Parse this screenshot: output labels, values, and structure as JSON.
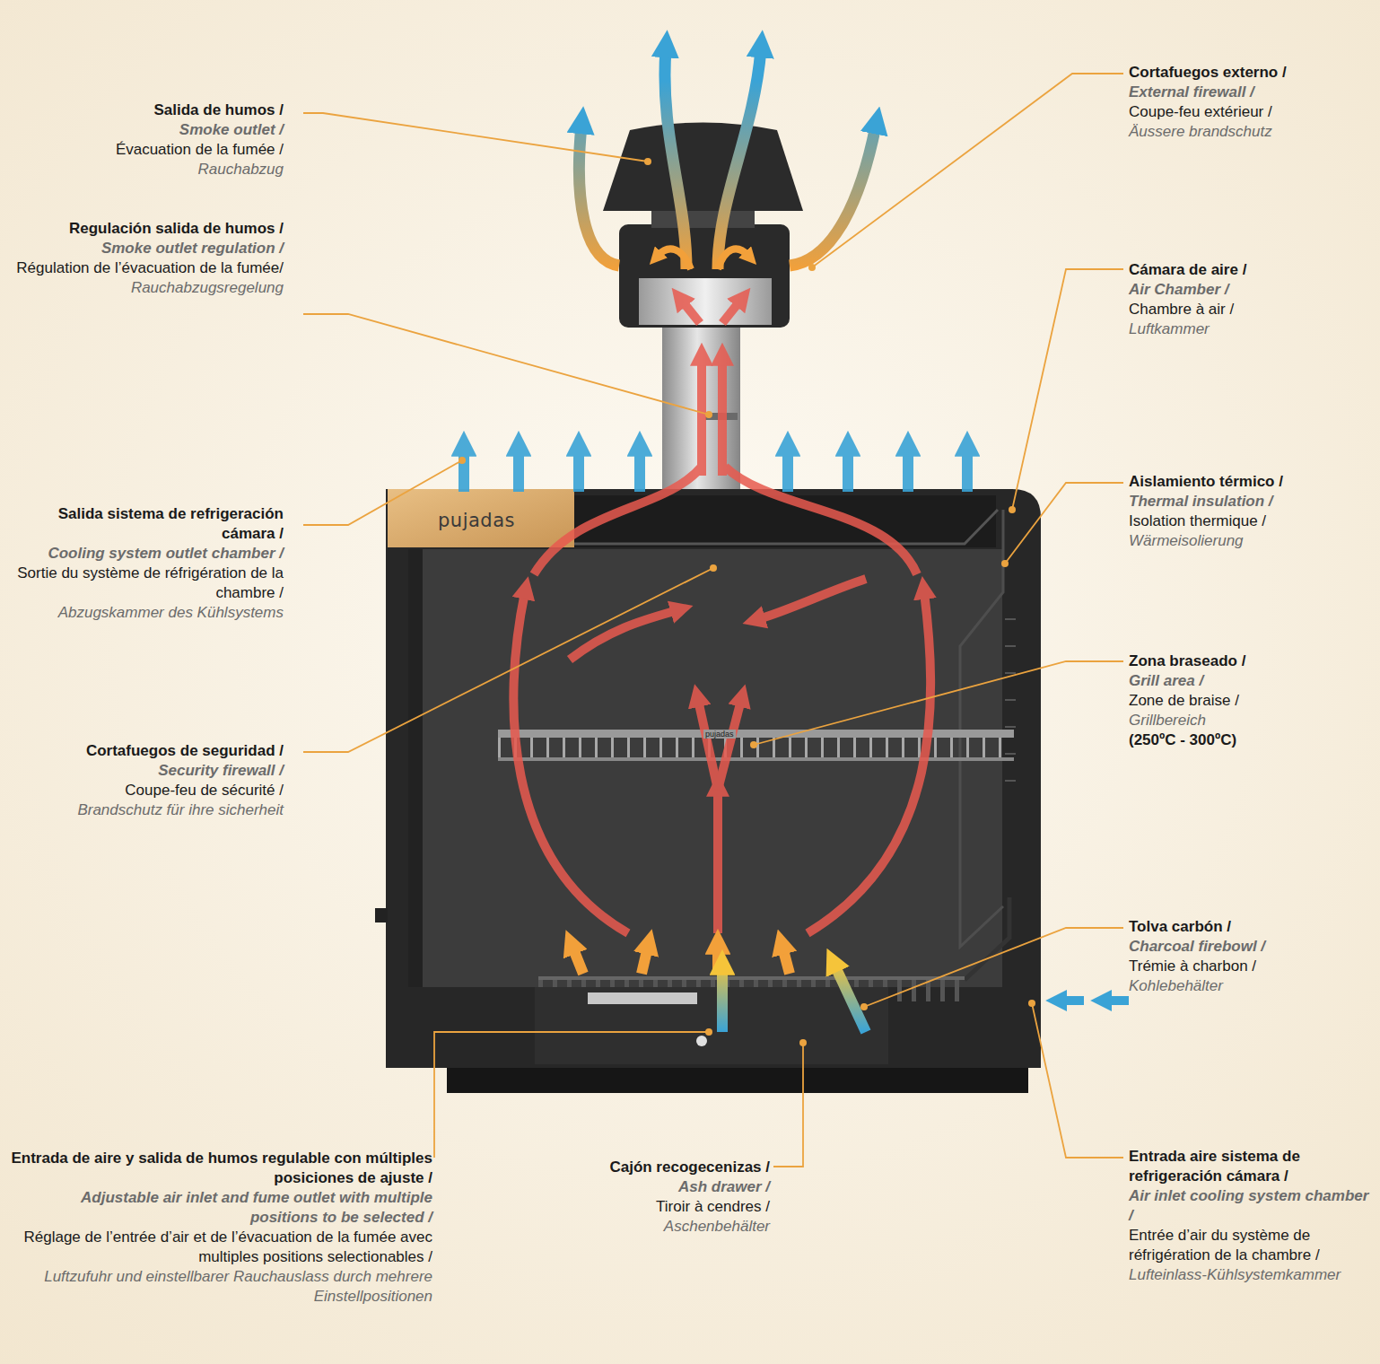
{
  "diagram": {
    "labels": [
      "Salida de humos /",
      "Smoke outlet /",
      "Évacuation de la fumée /",
      "Rauchabzug",
      "Regulación salida de humos /",
      "Smoke outlet regulation /",
      "Régulation de l’évacuation de la fumée/",
      "Rauchabzugsregelung",
      "Salida sistema de refrigeración cámara /",
      "Cooling system outlet chamber /",
      "Sortie du système de réfrigération de la chambre /",
      "Abzugskammer des Kühlsystems",
      "Cortafuegos de seguridad /",
      "Security firewall /",
      "Coupe-feu de sécurité /",
      "Brandschutz für ihre sicherheit",
      "Entrada de aire y salida de humos regulable con múltiples posiciones de ajuste /",
      "Adjustable air inlet and fume outlet with multiple positions to be selected /",
      "Réglage de l’entrée d’air et de l’évacuation de la fumée avec multiples positions selectionables /",
      "Luftzufuhr und einstellbarer Rauchauslass durch mehrere Einstellpositionen",
      "Cajón recogecenizas /",
      "Ash drawer /",
      "Tiroir à cendres /",
      "Aschenbehälter",
      "Cortafuegos externo /",
      "External firewall /",
      "Coupe-feu extérieur /",
      "Äussere brandschutz",
      "Cámara de aire /",
      "Air Chamber /",
      "Chambre à air /",
      "Luftkammer",
      "Aislamiento térmico /",
      "Thermal insulation /",
      "Isolation thermique /",
      "Wärmeisolierung",
      "Zona braseado /",
      "Grill area /",
      "Zone de braise /",
      "Grillbereich",
      "(250ºC - 300ºC)",
      "Tolva carbón /",
      "Charcoal firebowl /",
      "Trémie à charbon /",
      "Kohlebehälter",
      "Entrada aire sistema de refrigeración cámara /",
      "Air inlet cooling system chamber /",
      "Entrée d’air du système de réfrigération de la chambre /",
      "Lufteinlass-Kühlsystemkammer",
      "pujadas",
      "pujadas"
    ]
  }
}
